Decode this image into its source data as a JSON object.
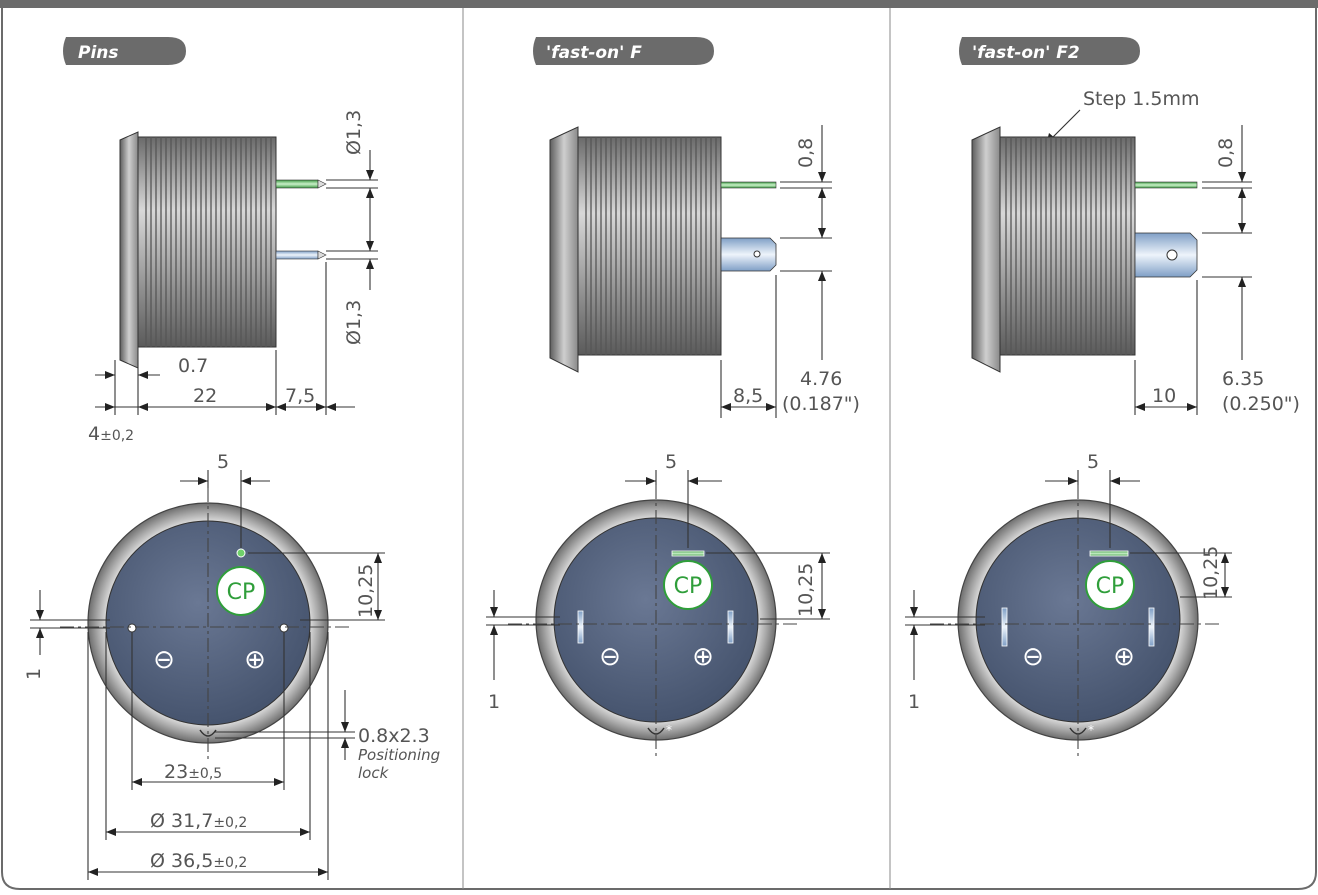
{
  "panels": [
    {
      "tab": "Pins",
      "pin_dia_top": "Ø1,3",
      "pin_dia_bottom": "Ø1,3",
      "flange_gap": "0.7",
      "body_length": "22",
      "pin_length": "7,5",
      "flange_thickness": "4",
      "flange_tol": "±0,2",
      "pin_offset": "5",
      "cp_height": "10,25",
      "axis_offset": "1",
      "lock_size": "0.8x2.3",
      "lock_note_1": "Positioning",
      "lock_note_2": "lock",
      "spacing": "23",
      "spacing_tol": "±0,5",
      "dia_inner": "Ø 31,7",
      "dia_inner_tol": "±0,2",
      "dia_outer": "Ø 36,5",
      "dia_outer_tol": "±0,2",
      "cp_label": "CP",
      "minus": "⊖",
      "plus": "⊕"
    },
    {
      "tab": "'fast-on' F",
      "tab_thickness": "0,8",
      "tab_length": "8,5",
      "tab_width": "4.76",
      "tab_width_in": "(0.187\")",
      "pin_offset": "5",
      "cp_height": "10,25",
      "axis_offset": "1",
      "cp_label": "CP",
      "minus": "⊖",
      "plus": "⊕"
    },
    {
      "tab": "'fast-on' F2",
      "step_note": "Step 1.5mm",
      "tab_thickness": "0,8",
      "tab_length": "10",
      "tab_width": "6.35",
      "tab_width_in": "(0.250\")",
      "pin_offset": "5",
      "cp_height": "10,25",
      "axis_offset": "1",
      "cp_label": "CP",
      "minus": "⊖",
      "plus": "⊕"
    }
  ],
  "colors": {
    "frame": "#6b6b6b",
    "tab": "#6b6b6b",
    "face": "#4d5d7a",
    "ring": "#b0b0b0",
    "cp_green": "#2f9e3a",
    "thread": "#9a9a9a"
  }
}
